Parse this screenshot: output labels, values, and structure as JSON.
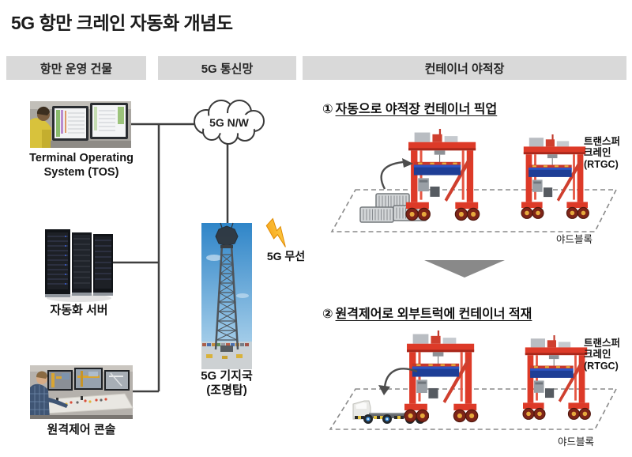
{
  "title": "5G 항만 크레인 자동화 개념도",
  "headers": {
    "left": "항만 운영 건물",
    "middle": "5G 통신망",
    "right": "컨테이너 야적장"
  },
  "operations": {
    "tos_caption_line1": "Terminal Operating",
    "tos_caption_line2": "System (TOS)",
    "server_caption": "자동화 서버",
    "console_caption": "원격제어 콘솔"
  },
  "network": {
    "cloud_label": "5G N/W",
    "wireless_label": "5G 무선",
    "base_station_caption_line1": "5G 기지국",
    "base_station_caption_line2": "(조명탑)"
  },
  "yard": {
    "step1_number": "①",
    "step1_title": "자동으로 야적장 컨테이너 픽업",
    "step2_number": "②",
    "step2_title": "원격제어로 외부트럭에 컨테이너 적재",
    "crane_label": {
      "line1": "트랜스퍼",
      "line2": "크레인",
      "line3": "(RTGC)"
    },
    "yard_block_label": "야드블록"
  },
  "colors": {
    "header_bar_bg": "#d9d9d9",
    "crane_red": "#dd3a28",
    "container_beam_blue": "#1e3e96",
    "lightning_yellow": "#f7b500",
    "connector_line": "#3f3f3f"
  }
}
